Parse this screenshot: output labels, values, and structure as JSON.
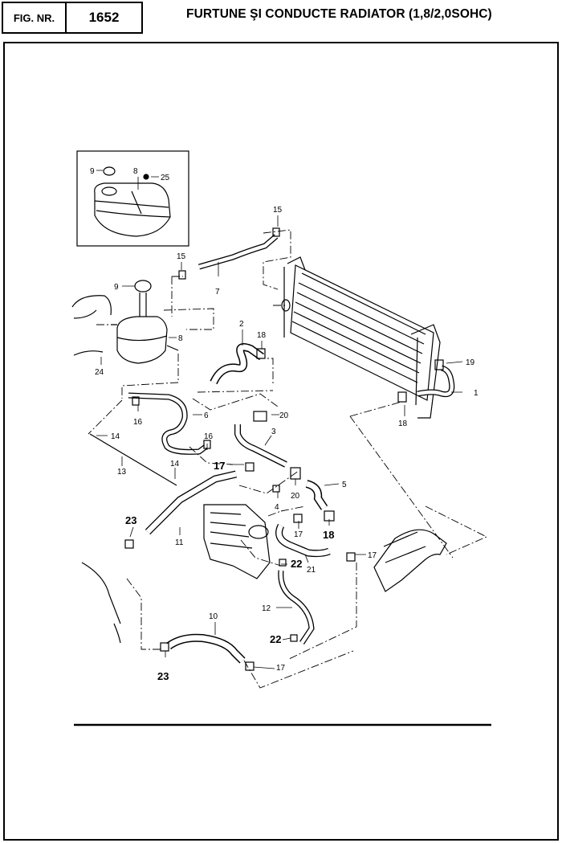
{
  "header": {
    "fig_label": "FIG. NR.",
    "fig_number": "1652",
    "title": "FURTUNE ŞI CONDUCTE RADIATOR (1,8/2,0SOHC)"
  },
  "callouts": {
    "c1": "1",
    "c2": "2",
    "c3": "3",
    "c4": "4",
    "c5": "5",
    "c6": "6",
    "c7": "7",
    "c8a": "8",
    "c8b": "8",
    "c9a": "9",
    "c9b": "9",
    "c10": "10",
    "c11": "11",
    "c12": "12",
    "c13": "13",
    "c14a": "14",
    "c14b": "14",
    "c15a": "15",
    "c15b": "15",
    "c16a": "16",
    "c16b": "16",
    "c17a": "17",
    "c17b": "17",
    "c17c": "17",
    "c17d": "17",
    "c18a": "18",
    "c18b": "18",
    "c18c": "18",
    "c19": "19",
    "c20a": "20",
    "c20b": "20",
    "c21": "21",
    "c22a": "22",
    "c22b": "22",
    "c23a": "23",
    "c23b": "23",
    "c24": "24",
    "c25": "25"
  },
  "icons": {
    "tank": "expansion-tank-drawing",
    "radiator": "radiator-drawing",
    "engine": "engine-block-drawing"
  }
}
